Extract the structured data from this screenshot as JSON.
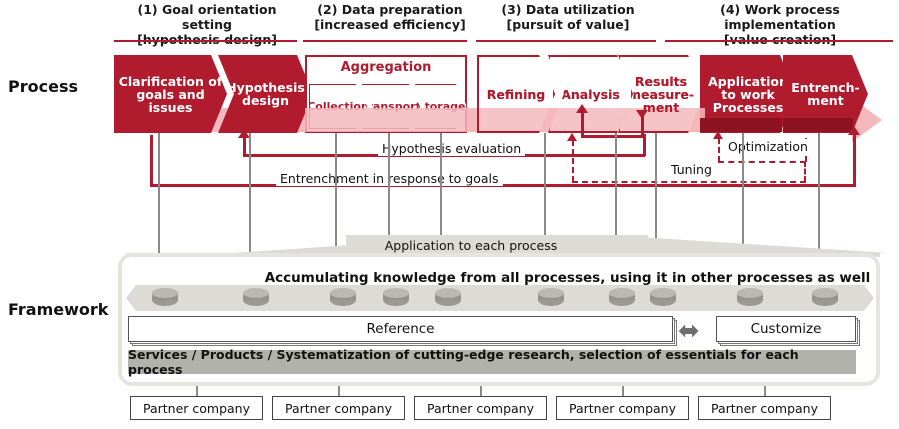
{
  "rows": {
    "process_label": "Process",
    "framework_label": "Framework"
  },
  "phases": [
    {
      "num": "(1)",
      "title": "Goal orientation setting",
      "subtitle": "[hypothesis design]"
    },
    {
      "num": "(2)",
      "title": "Data preparation",
      "subtitle": "[increased efficiency]"
    },
    {
      "num": "(3)",
      "title": "Data utilization",
      "subtitle": "[pursuit of value]"
    },
    {
      "num": "(4)",
      "title": "Work process implementation",
      "subtitle": "[value creation]"
    }
  ],
  "process_steps": [
    {
      "label": "Clarification of goals and issues",
      "style": "solid"
    },
    {
      "label": "Hypothesis design",
      "style": "solid"
    },
    {
      "label": "Refining",
      "style": "open"
    },
    {
      "label": "Analysis",
      "style": "open"
    },
    {
      "label": "Results measure- ment",
      "style": "open"
    },
    {
      "label": "Application to work Processes",
      "style": "solid"
    },
    {
      "label": "Entrench- ment",
      "style": "solid"
    }
  ],
  "aggregation": {
    "title": "Aggregation",
    "sub_steps": [
      "Collection",
      "Transport",
      "Storage"
    ]
  },
  "connectors": [
    {
      "name": "hypothesis-evaluation",
      "label": "Hypothesis evaluation"
    },
    {
      "name": "entrenchment-goals",
      "label": "Entrenchment in response to goals"
    },
    {
      "name": "optimization",
      "label": "Optimization"
    },
    {
      "name": "tuning",
      "label": "Tuning"
    }
  ],
  "framework": {
    "application_banner": "Application to each process",
    "accumulating": "Accumulating knowledge from all processes, using it in other processes as well",
    "reference_label": "Reference",
    "customize_label": "Customize",
    "services_bar": "Services / Products / Systematization of cutting-edge research, selection of essentials for each process",
    "db_count": 10
  },
  "partners": [
    {
      "label": "Partner company"
    },
    {
      "label": "Partner company"
    },
    {
      "label": "Partner company"
    },
    {
      "label": "Partner company"
    },
    {
      "label": "Partner company"
    }
  ],
  "colors": {
    "brand_red": "#B01B2E",
    "pale_red": "#F4B8BC",
    "gray_bar": "#b2b2ac",
    "gray_light": "#dddbd5"
  }
}
